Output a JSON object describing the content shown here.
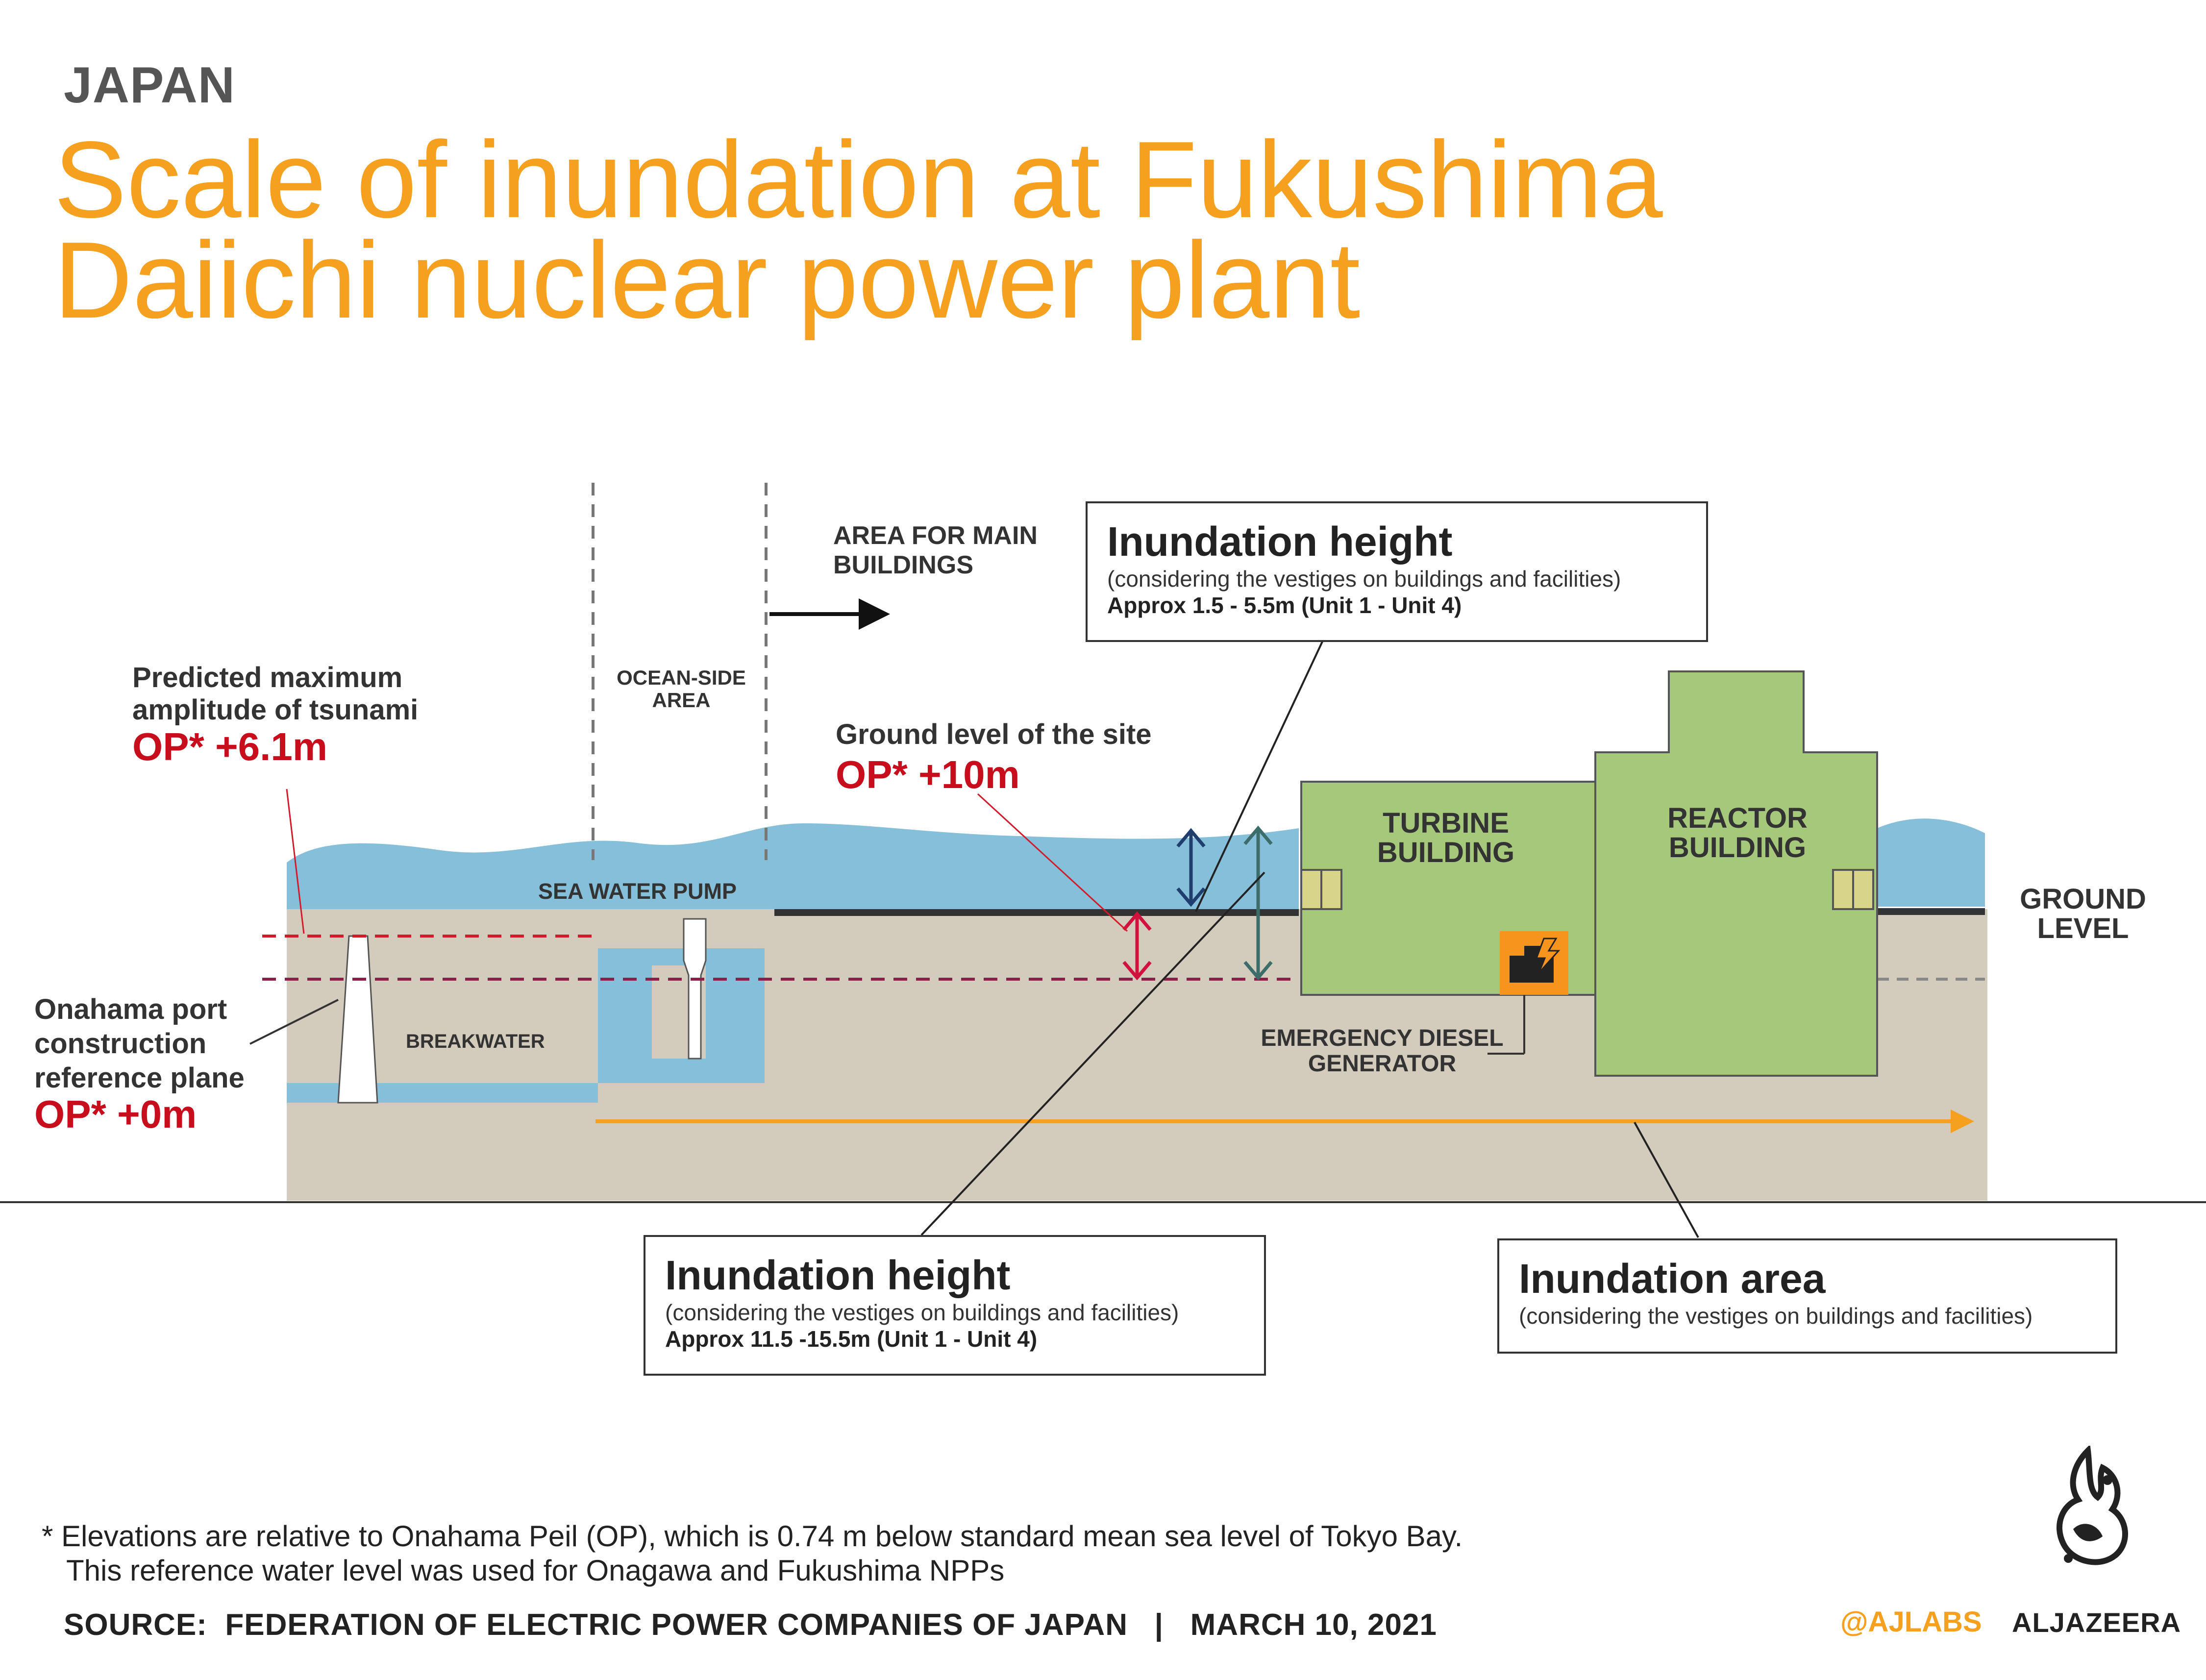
{
  "header": {
    "kicker": "JAPAN",
    "title": "Scale of inundation at Fukushima Daiichi nuclear power plant"
  },
  "labels": {
    "area_main_buildings": "AREA FOR MAIN BUILDINGS",
    "ocean_side_area": "OCEAN-SIDE AREA",
    "sea_water_pump": "SEA WATER PUMP",
    "breakwater": "BREAKWATER",
    "turbine_building": "TURBINE BUILDING",
    "reactor_building": "REACTOR BUILDING",
    "emergency_diesel_generator": "EMERGENCY DIESEL GENERATOR",
    "ground_level": "GROUND LEVEL"
  },
  "annotations": {
    "predicted_max": {
      "label": "Predicted maximum amplitude of tsunami",
      "value": "OP* +6.1m"
    },
    "ground_level_site": {
      "label": "Ground level of the site",
      "value": "OP* +10m"
    },
    "reference_plane": {
      "label": "Onahama port construction reference plane",
      "value": "OP* +0m"
    }
  },
  "boxes": {
    "inundation_height_top": {
      "heading": "Inundation height",
      "note": "(considering the vestiges on buildings and facilities)",
      "detail": "Approx 1.5 - 5.5m (Unit 1 - Unit 4)"
    },
    "inundation_height_bottom": {
      "heading": "Inundation height",
      "note": "(considering the vestiges on buildings and facilities)",
      "detail": "Approx 11.5 -15.5m (Unit 1 - Unit 4)"
    },
    "inundation_area": {
      "heading": "Inundation area",
      "note": "(considering the vestiges on buildings and facilities)"
    }
  },
  "footer": {
    "note_line1": "* Elevations are relative to Onahama Peil (OP),  which is 0.74 m below standard mean sea level of Tokyo Bay.",
    "note_line2": "This reference water level was used for Onagawa and Fukushima NPPs",
    "source": "SOURCE:  FEDERATION OF ELECTRIC POWER COMPANIES OF JAPAN   |   MARCH 10, 2021",
    "handle": "@AJLABS",
    "brand": "ALJAZEERA"
  },
  "colors": {
    "title_orange": "#f5a01e",
    "water_blue": "#86bfd9",
    "ground_beige": "#d3cbbb",
    "building_green": "#a6c87a",
    "value_red": "#c80d1d",
    "arrow_navy": "#1f3e6e",
    "arrow_teal": "#3d6d6a",
    "arrow_crimson": "#d1123f",
    "dashed_maroon": "#8a1f4a"
  }
}
